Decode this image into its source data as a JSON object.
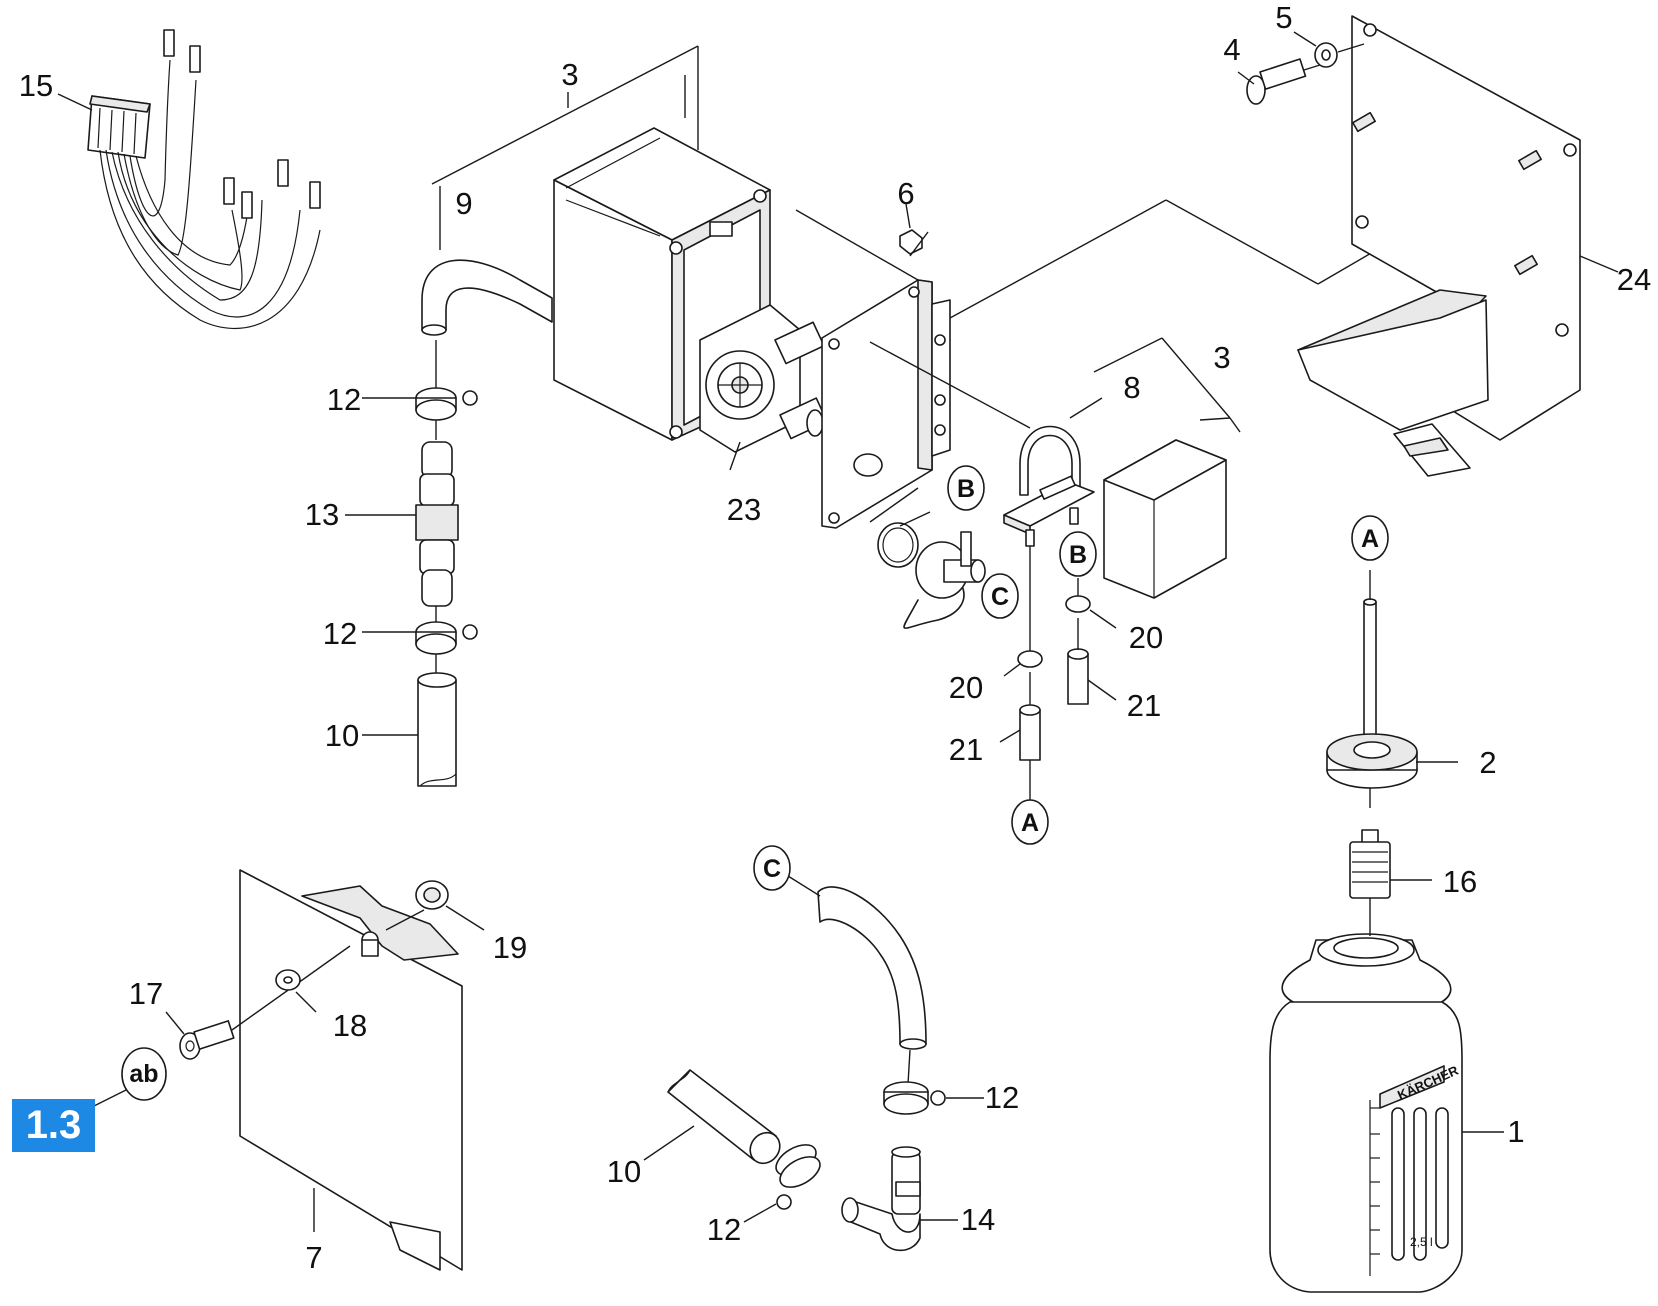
{
  "diagram": {
    "section_badge": "1.3",
    "callouts": {
      "c1": "1",
      "c2": "2",
      "c3a": "3",
      "c3b": "3",
      "c4": "4",
      "c5": "5",
      "c6": "6",
      "c7": "7",
      "c8": "8",
      "c9": "9",
      "c10a": "10",
      "c10b": "10",
      "c12a": "12",
      "c12b": "12",
      "c12c": "12",
      "c12d": "12",
      "c13": "13",
      "c14": "14",
      "c15": "15",
      "c16": "16",
      "c17": "17",
      "c18": "18",
      "c19": "19",
      "c20a": "20",
      "c20b": "20",
      "c21a": "21",
      "c21b": "21",
      "c23": "23",
      "c24": "24"
    },
    "refs": {
      "a_top": "A",
      "a_bottom": "A",
      "b_top": "B",
      "b_bottom": "B",
      "c_valve": "C",
      "c_hose": "C",
      "ab": "ab"
    },
    "canister": {
      "brand": "KÄRCHER",
      "volume": "2,5 l"
    }
  }
}
